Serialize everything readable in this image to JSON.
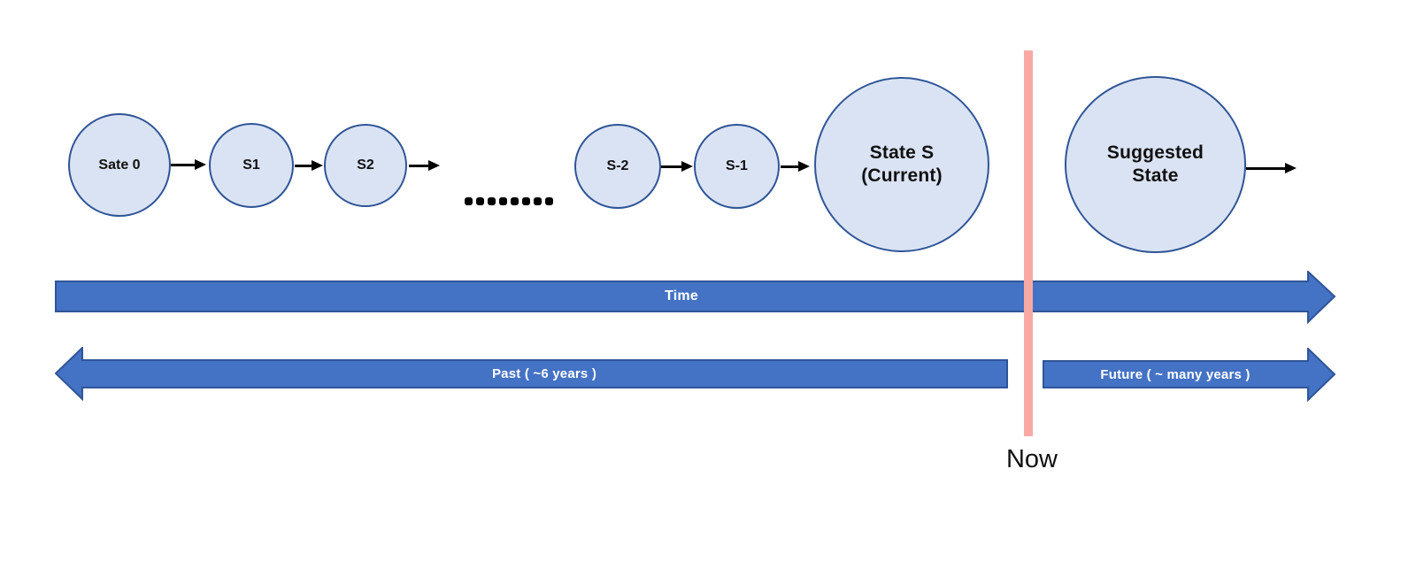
{
  "diagram": {
    "states": [
      {
        "label": "Sate 0"
      },
      {
        "label": "S1"
      },
      {
        "label": "S2"
      },
      {
        "label": "S-2"
      },
      {
        "label": "S-1"
      },
      {
        "label_line1": "State S",
        "label_line2": "(Current)"
      },
      {
        "label_line1": "Suggested",
        "label_line2": "State"
      }
    ],
    "timeline": {
      "time_label": "Time",
      "past_label": "Past ( ~6 years )",
      "future_label": "Future ( ~ many years )"
    },
    "now_label": "Now",
    "ellipsis_dot_count": 8,
    "colors": {
      "circle_fill": "#dae3f3",
      "circle_border": "#2f5597",
      "arrow_fill": "#4472c4",
      "arrow_border": "#2f5597",
      "now_line": "#f8a9a4"
    }
  }
}
